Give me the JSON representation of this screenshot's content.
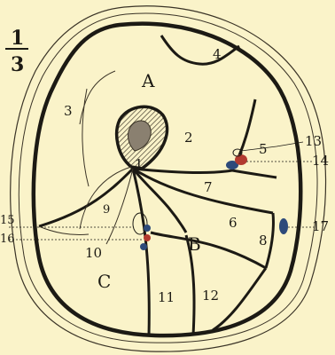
{
  "scale": {
    "numerator": "1",
    "denominator": "3"
  },
  "compartments": {
    "anterior": "A",
    "lateral": "B",
    "posterior": "C"
  },
  "regions": [
    "1",
    "2",
    "3",
    "4",
    "5",
    "6",
    "7",
    "8",
    "9",
    "10",
    "11",
    "12"
  ],
  "callouts": [
    "13",
    "14",
    "15",
    "16",
    "17"
  ],
  "colors": {
    "paper": "#faf3c9",
    "ink": "#1c1a14",
    "bone": "#8a8070",
    "vessel_red": "#b23a2f",
    "vessel_blue": "#2d4a7a"
  }
}
